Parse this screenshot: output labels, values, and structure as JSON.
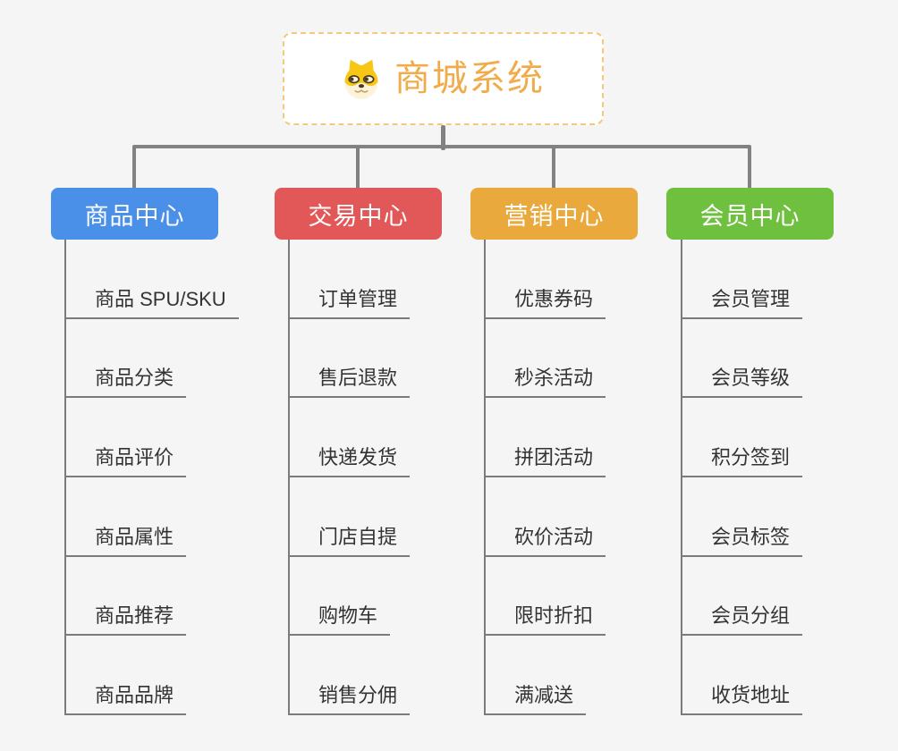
{
  "root": {
    "title": "商城系统",
    "icon": "doge-icon",
    "title_color": "#f0ac4b",
    "border_color": "#f3c97e"
  },
  "branches": [
    {
      "label": "商品中心",
      "color": "#4a90e8",
      "children": [
        "商品 SPU/SKU",
        "商品分类",
        "商品评价",
        "商品属性",
        "商品推荐",
        "商品品牌"
      ]
    },
    {
      "label": "交易中心",
      "color": "#e25757",
      "children": [
        "订单管理",
        "售后退款",
        "快递发货",
        "门店自提",
        "购物车",
        "销售分佣"
      ]
    },
    {
      "label": "营销中心",
      "color": "#e9a93c",
      "children": [
        "优惠券码",
        "秒杀活动",
        "拼团活动",
        "砍价活动",
        "限时折扣",
        "满减送"
      ]
    },
    {
      "label": "会员中心",
      "color": "#6ec03e",
      "children": [
        "会员管理",
        "会员等级",
        "积分签到",
        "会员标签",
        "会员分组",
        "收货地址"
      ]
    }
  ]
}
